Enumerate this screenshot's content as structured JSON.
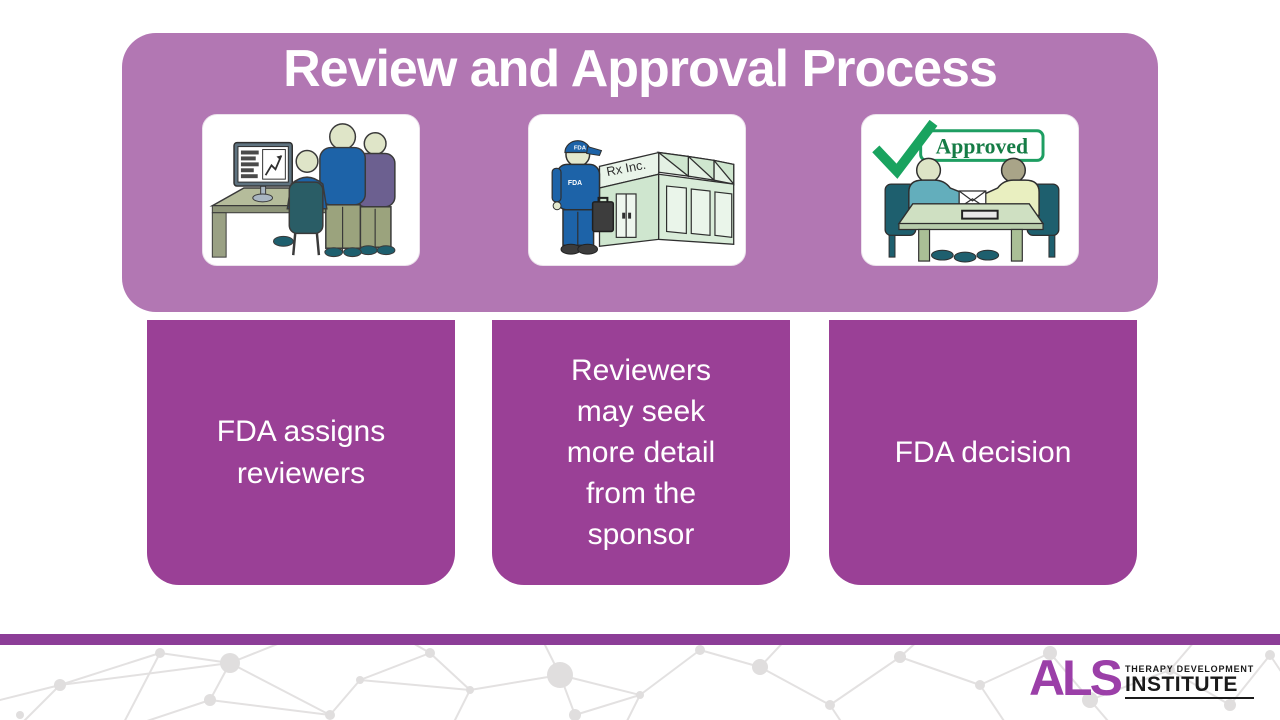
{
  "slide": {
    "title": "Review and Approval Process",
    "steps": [
      {
        "label": "FDA assigns reviewers",
        "illustration": "reviewers-at-computer"
      },
      {
        "label": "Reviewers may seek more detail from the sponsor",
        "illustration": "fda-inspector-at-facility"
      },
      {
        "label": "FDA decision",
        "illustration": "approval-meeting"
      }
    ],
    "art": {
      "building_label": "Rx Inc.",
      "cap_label": "FDA",
      "shirt_label": "FDA",
      "approved_label": "Approved"
    },
    "footer": {
      "logo_primary": "ALS",
      "logo_secondary_top": "THERAPY DEVELOPMENT",
      "logo_secondary_bottom": "INSTITUTE"
    },
    "colors": {
      "panel": "#b277b3",
      "step_box": "#9a4096",
      "bottom_bar": "#8c3d97",
      "logo_purple": "#9b3fa8",
      "title_text": "#ffffff",
      "approved_green": "#1e9e62"
    }
  }
}
